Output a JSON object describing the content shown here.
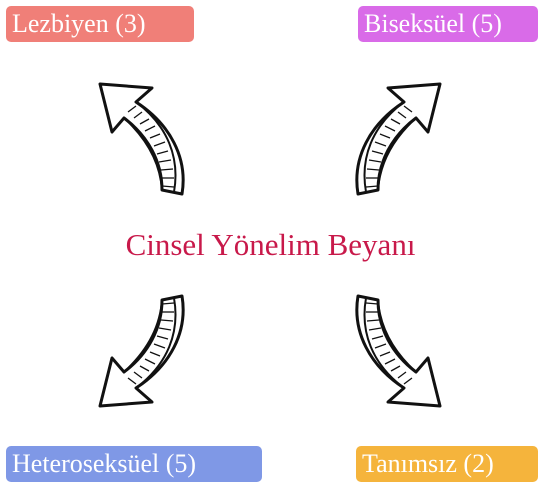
{
  "title": "Cinsel Yönelim Beyanı",
  "categories": [
    {
      "label": "Lezbiyen (3)",
      "color": "#f07f78"
    },
    {
      "label": "Biseksüel (5)",
      "color": "#d96be8"
    },
    {
      "label": "Heteroseksüel (5)",
      "color": "#7f98e6"
    },
    {
      "label": "Tanımsız (2)",
      "color": "#f5b43c"
    }
  ],
  "icons": {
    "top_left": "curved-arrow-up-left-icon",
    "top_right": "curved-arrow-up-right-icon",
    "bottom_left": "curved-arrow-down-left-icon",
    "bottom_right": "curved-arrow-down-right-icon"
  }
}
